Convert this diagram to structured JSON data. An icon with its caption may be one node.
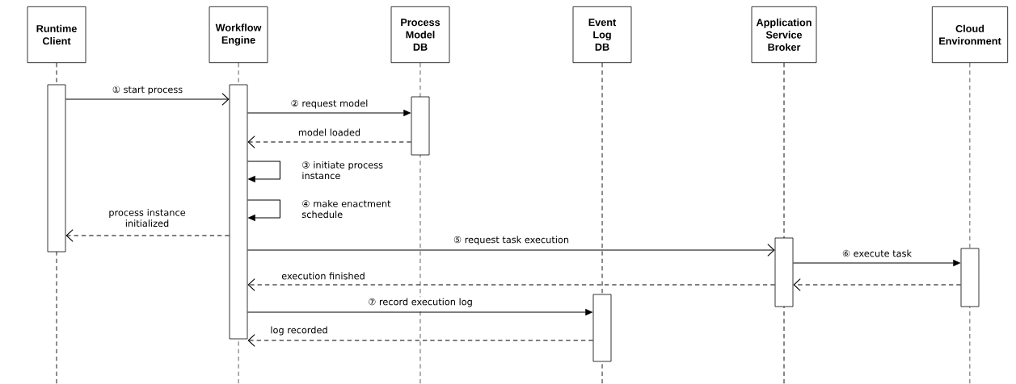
{
  "diagram": {
    "nodes": [
      {
        "text": [
          "Runtime Client"
        ]
      },
      {
        "text": [
          "Workflow Engine"
        ]
      },
      {
        "text": [
          "Process Model DB"
        ]
      },
      {
        "text": [
          "Event Log DB"
        ]
      },
      {
        "text": [
          "Application Service Broker"
        ]
      },
      {
        "text": [
          "Cloud Environment"
        ]
      },
      {
        "text": [],
        "shape": "bar"
      },
      {
        "text": [],
        "shape": "bar"
      },
      {
        "text": [],
        "shape": "bar"
      },
      {
        "text": [],
        "shape": "bar"
      },
      {
        "text": [],
        "shape": "bar"
      },
      {
        "text": [],
        "shape": "bar"
      }
    ],
    "edges": [
      {
        "from": 6,
        "to": 7,
        "arrow": "to",
        "label": "① start process"
      },
      {
        "from": 7,
        "to": 8,
        "arrow": "to",
        "label": "② request model"
      },
      {
        "from": 8,
        "to": 7,
        "arrow": "to",
        "label": "model loaded",
        "style": "dashed"
      },
      {
        "from": 7,
        "to": 7,
        "arrow": "to",
        "label": "③ initiate process instance"
      },
      {
        "from": 7,
        "to": 7,
        "arrow": "to",
        "label": "④ make enactment schedule"
      },
      {
        "from": 7,
        "to": 6,
        "arrow": "to",
        "label": "process instance initialized",
        "style": "dashed"
      },
      {
        "from": 7,
        "to": 10,
        "arrow": "to",
        "label": "⑤ request task execution"
      },
      {
        "from": 10,
        "to": 11,
        "arrow": "to",
        "label": "⑥ execute task"
      },
      {
        "from": 11,
        "to": 10,
        "arrow": "to",
        "style": "dashed"
      },
      {
        "from": 10,
        "to": 7,
        "arrow": "to",
        "label": "execution finished",
        "style": "dashed"
      },
      {
        "from": 7,
        "to": 9,
        "arrow": "to",
        "label": "⑦ record execution log"
      },
      {
        "from": 9,
        "to": 7,
        "arrow": "to",
        "label": "log recorded",
        "style": "dashed"
      }
    ]
  }
}
